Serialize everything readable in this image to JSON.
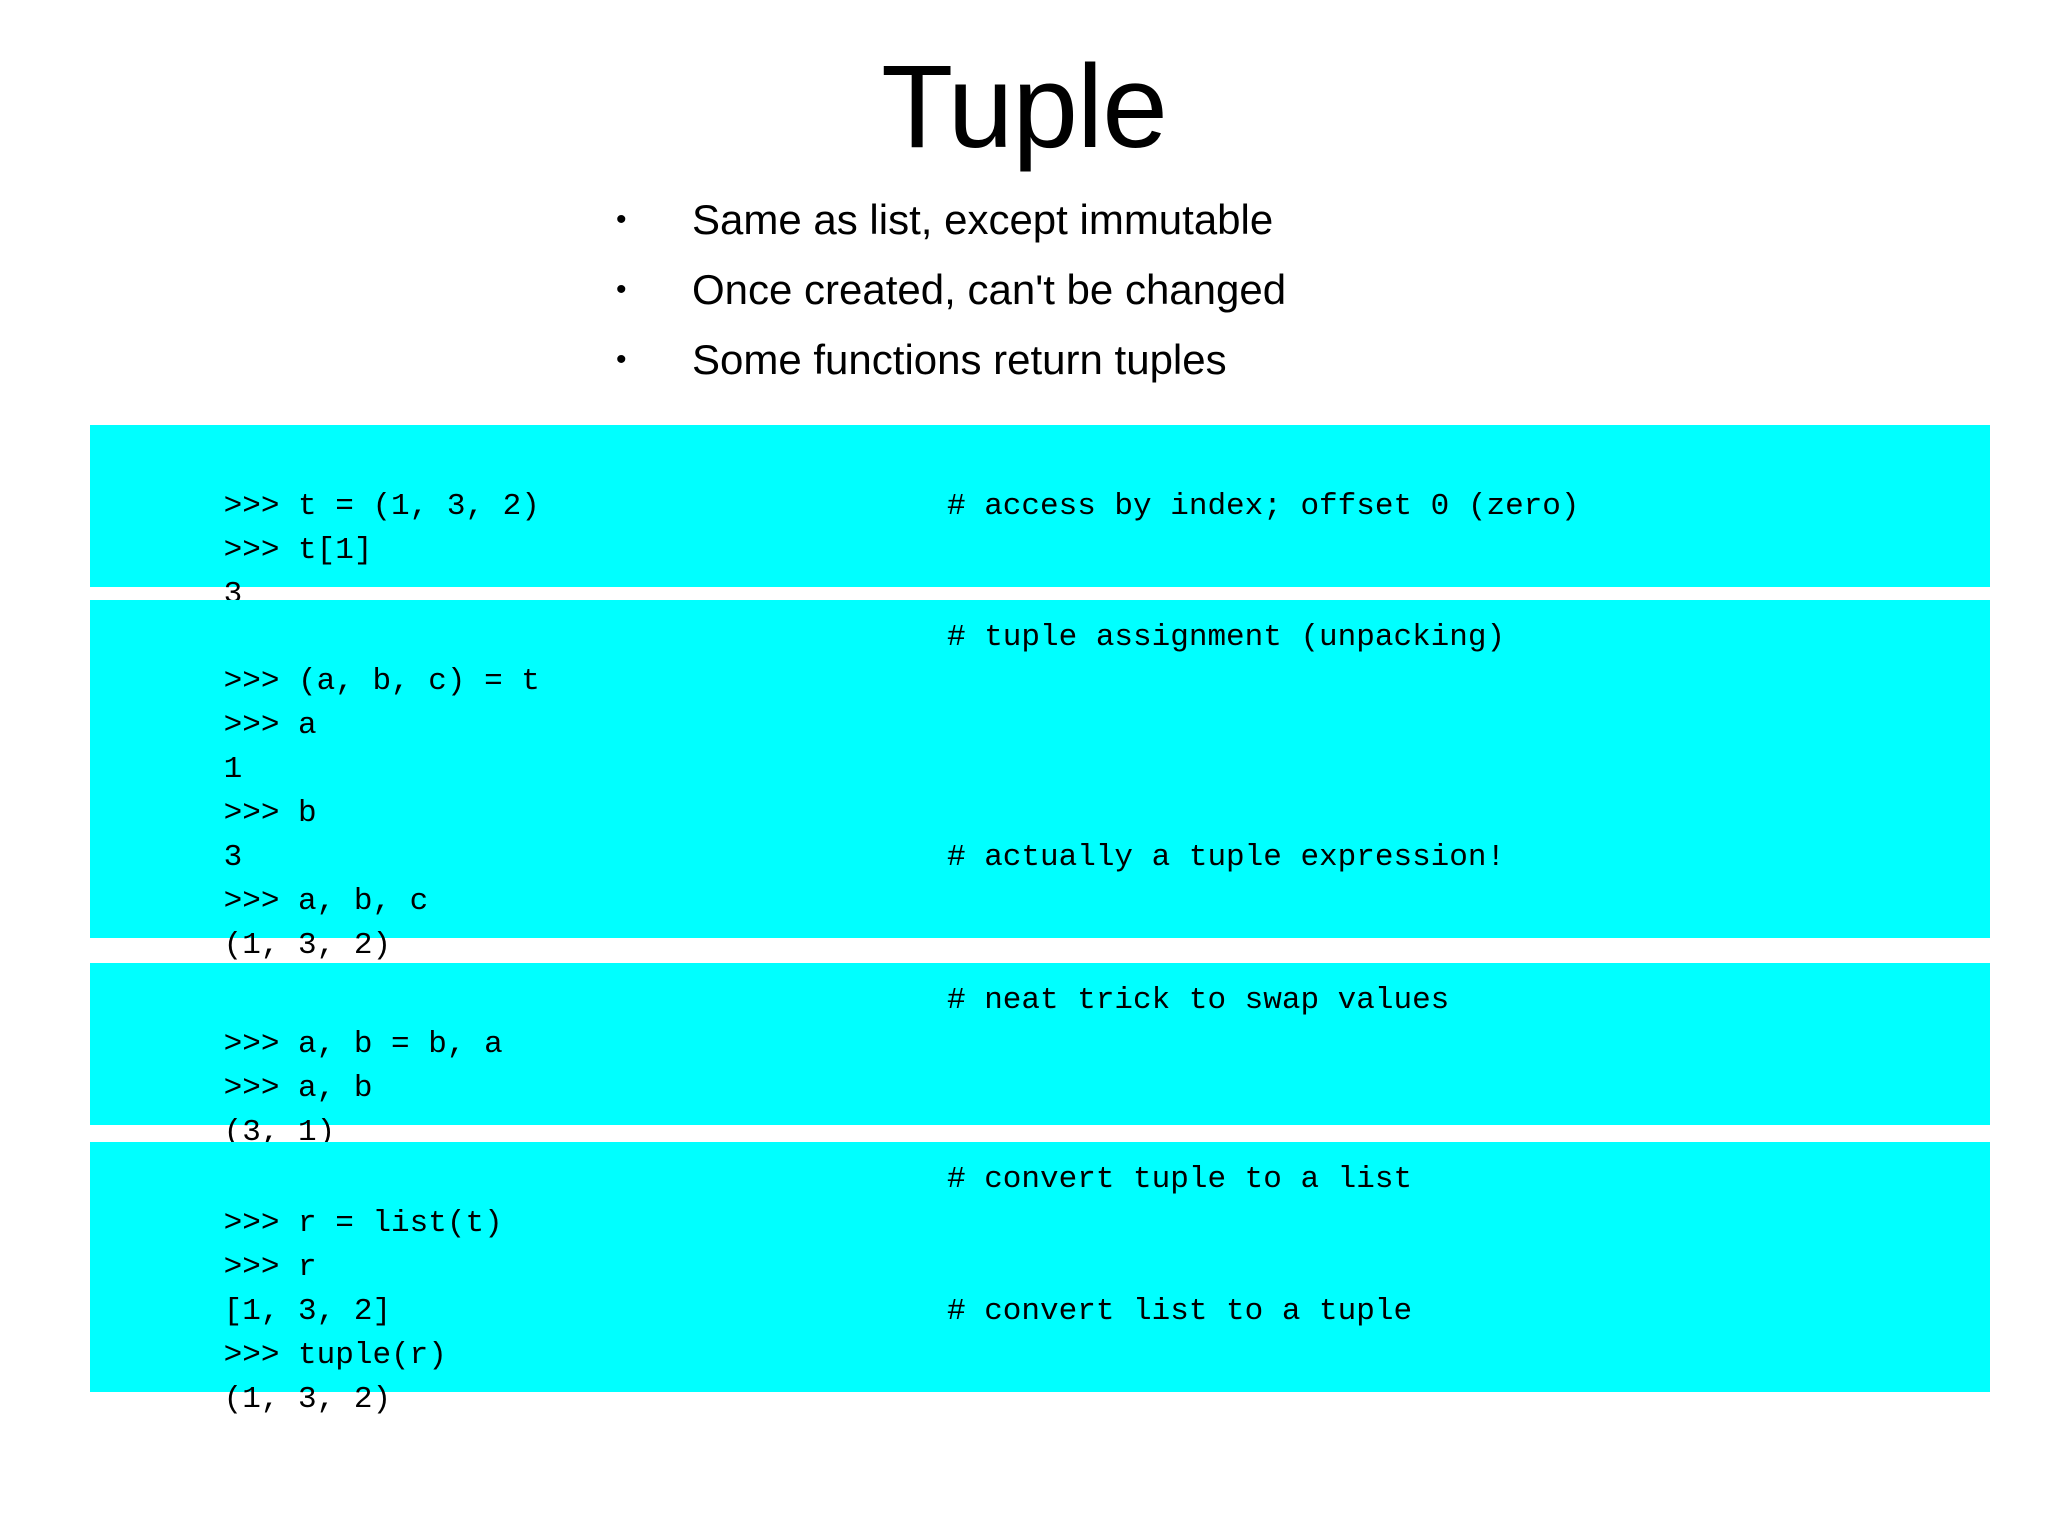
{
  "slide": {
    "title": "Tuple",
    "background_color": "#ffffff",
    "text_color": "#000000",
    "code_block_color": "#00ffff"
  },
  "bullets": [
    {
      "marker": "•",
      "text": "Same as list, except immutable"
    },
    {
      "marker": "•",
      "text": "Once created, can't be changed"
    },
    {
      "marker": "•",
      "text": "Some functions return tuples"
    }
  ],
  "code_blocks": [
    {
      "id": "block-1",
      "lines": [
        {
          "code": ">>> t = (1, 3, 2)",
          "comment": ""
        },
        {
          "code": ">>> t[1]",
          "comment": "# access by index; offset 0 (zero)"
        },
        {
          "code": "3",
          "comment": ""
        }
      ]
    },
    {
      "id": "block-2",
      "lines": [
        {
          "code": ">>> (a, b, c) = t",
          "comment": "# tuple assignment (unpacking)"
        },
        {
          "code": ">>> a",
          "comment": ""
        },
        {
          "code": "1",
          "comment": ""
        },
        {
          "code": ">>> b",
          "comment": ""
        },
        {
          "code": "3",
          "comment": ""
        },
        {
          "code": ">>> a, b, c",
          "comment": "# actually a tuple expression!"
        },
        {
          "code": "(1, 3, 2)",
          "comment": ""
        }
      ]
    },
    {
      "id": "block-3",
      "lines": [
        {
          "code": ">>> a, b = b, a",
          "comment": "# neat trick to swap values"
        },
        {
          "code": ">>> a, b",
          "comment": ""
        },
        {
          "code": "(3, 1)",
          "comment": ""
        }
      ]
    },
    {
      "id": "block-4",
      "lines": [
        {
          "code": ">>> r = list(t)",
          "comment": "# convert tuple to a list"
        },
        {
          "code": ">>> r",
          "comment": ""
        },
        {
          "code": "[1, 3, 2]",
          "comment": ""
        },
        {
          "code": ">>> tuple(r)",
          "comment": "# convert list to a tuple"
        },
        {
          "code": "(1, 3, 2)",
          "comment": ""
        }
      ]
    }
  ]
}
